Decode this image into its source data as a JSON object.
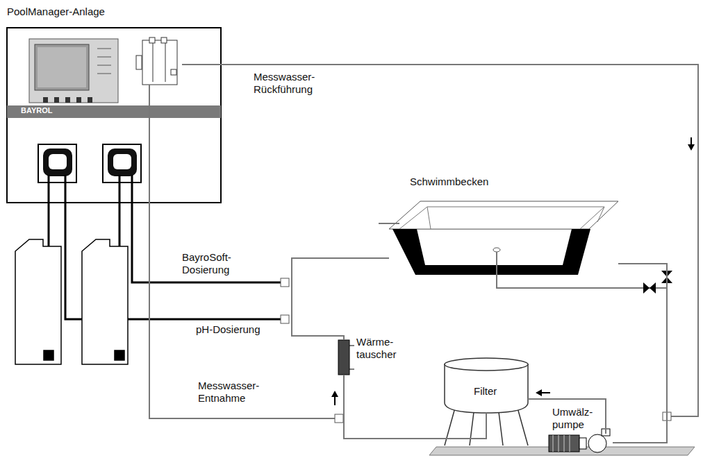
{
  "diagram": {
    "nodes": [
      {
        "text": [
          "PoolManager-Anlage"
        ]
      },
      {
        "text": [
          "Schwimmbecken"
        ]
      },
      {
        "text": [
          "Wärme- tauscher"
        ]
      },
      {
        "text": [
          "Filter"
        ]
      },
      {
        "text": [
          "Umwälz- pumpe"
        ]
      }
    ],
    "edges": [
      {
        "from": 3,
        "to": 2,
        "arrow": "none"
      },
      {
        "from": 2,
        "to": 1,
        "arrow": "none"
      },
      {
        "from": 1,
        "to": 4,
        "arrow": "none"
      },
      {
        "from": 4,
        "to": 3,
        "arrow": "none"
      }
    ],
    "labels": [
      "Messwasser- Rückführung",
      "BayroSoft- Dosierung",
      "pH-Dosierung",
      "Messwasser- Entnahme",
      "BAYROL"
    ]
  }
}
